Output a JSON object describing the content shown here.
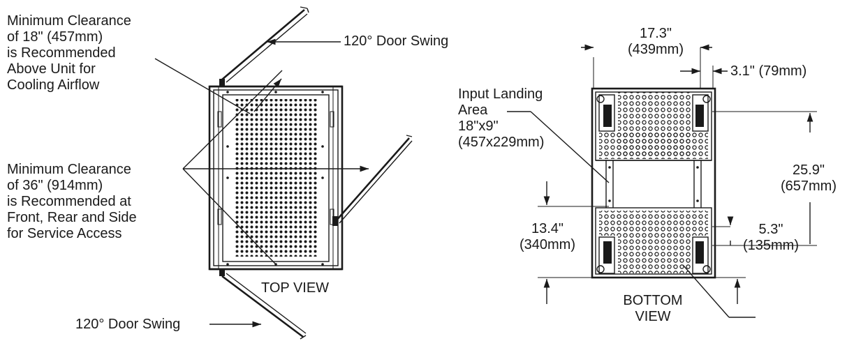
{
  "labels": {
    "clearance_top": [
      "Minimum Clearance",
      "of 18\" (457mm)",
      "is Recommended",
      "Above Unit for",
      "Cooling Airflow"
    ],
    "clearance_side": [
      "Minimum Clearance",
      "of 36\" (914mm)",
      "is Recommended at",
      "Front, Rear and Side",
      "for Service Access"
    ],
    "door_swing_top": "120° Door Swing",
    "door_swing_bottom": "120° Door Swing",
    "top_view": "TOP VIEW",
    "bottom_view": [
      "BOTTOM",
      "VIEW"
    ],
    "input_landing": [
      "Input Landing",
      "Area",
      "18\"x9\"",
      "(457x229mm)"
    ],
    "dim_width": [
      "17.3\"",
      "(439mm)"
    ],
    "dim_offset": "3.1\" (79mm)",
    "dim_depth": [
      "25.9\"",
      "(657mm)"
    ],
    "dim_lower": [
      "13.4\"",
      "(340mm)"
    ],
    "dim_small": [
      "5.3\"",
      "(135mm)"
    ]
  },
  "colors": {
    "line": "#1a1a1a",
    "background": "#ffffff"
  }
}
